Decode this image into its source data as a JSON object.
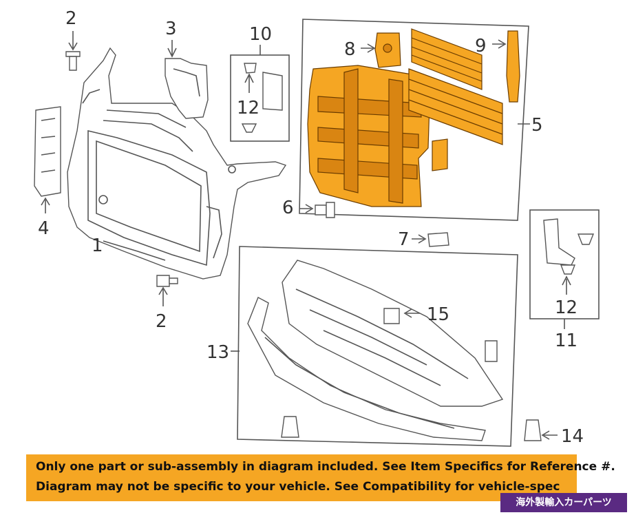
{
  "callouts": {
    "c1": "1",
    "c2a": "2",
    "c2b": "2",
    "c3": "3",
    "c4": "4",
    "c5": "5",
    "c6": "6",
    "c7": "7",
    "c8": "8",
    "c9": "9",
    "c10": "10",
    "c11": "11",
    "c12a": "12",
    "c12b": "12",
    "c13": "13",
    "c14": "14",
    "c15": "15"
  },
  "banner": {
    "line1": "Only one part or sub-assembly in diagram included. See Item Specifics for Reference #.",
    "line2": "Diagram may not be specific to your vehicle. See Compatibility for vehicle-spec"
  },
  "badge": {
    "text": "海外製輸入カーパーツ"
  },
  "colors": {
    "highlight": "#f5a623",
    "line": "#555555",
    "badge": "#5a2a82"
  }
}
